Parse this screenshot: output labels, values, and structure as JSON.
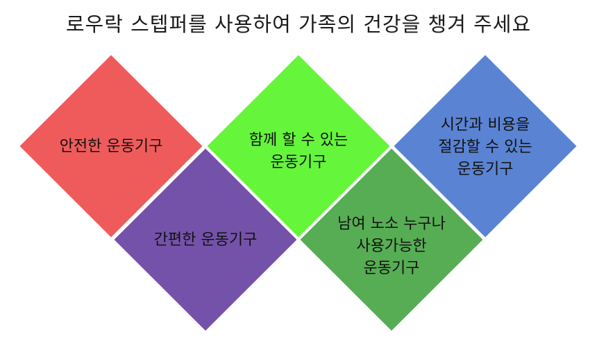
{
  "title": "로우락 스텝퍼를 사용하여 가족의 건강을 챙겨 주세요",
  "diamonds": [
    {
      "name": "diamond-safe",
      "color": "#ef5b5b",
      "lines": [
        "안전한 운동기구"
      ]
    },
    {
      "name": "diamond-convenient",
      "color": "#7452aa",
      "lines": [
        "간편한 운동기구"
      ]
    },
    {
      "name": "diamond-together",
      "color": "#65f53b",
      "lines": [
        "함께 할 수 있는",
        "운동기구"
      ]
    },
    {
      "name": "diamond-all-ages",
      "color": "#57ad54",
      "lines": [
        "남여 노소 누구나",
        "사용가능한",
        "운동기구"
      ]
    },
    {
      "name": "diamond-save",
      "color": "#5a83d3",
      "lines": [
        "시간과 비용을",
        "절감할 수 있는",
        "운동기구"
      ]
    }
  ]
}
